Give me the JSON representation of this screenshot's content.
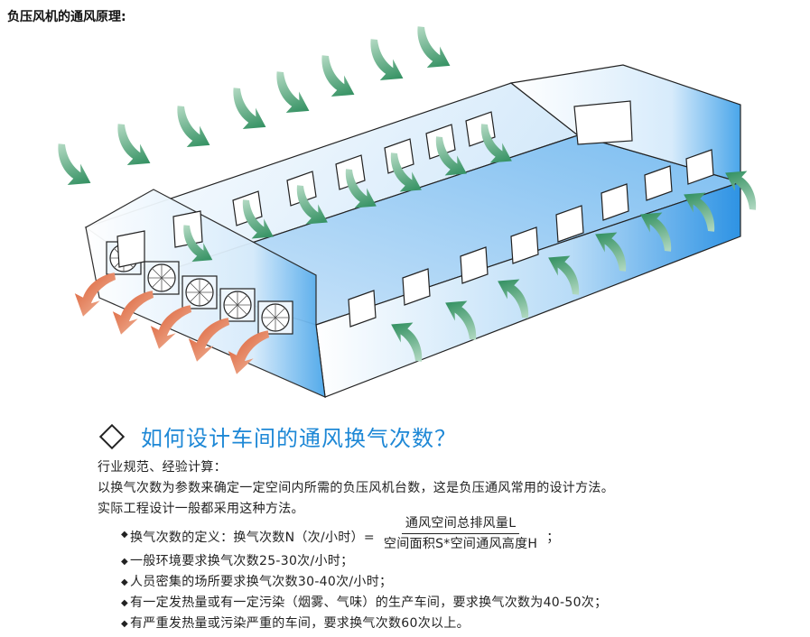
{
  "header": {
    "title": "负压风机的通风原理:"
  },
  "section": {
    "title": "如何设计车间的通风换气次数？"
  },
  "intro": {
    "line1": "行业规范、经验计算：",
    "line2": "以换气次数为参数来确定一定空间内所需的负压风机台数，这是负压通风常用的设计方法。",
    "line3": "实际工程设计一般都采用这种方法。"
  },
  "bullets": {
    "definition_prefix": "换气次数的定义：换气次数N（次/小时）=",
    "formula_numerator": "通风空间总排风量L",
    "formula_denominator": "空间面积S*空间通风高度H",
    "definition_suffix": "；",
    "item2": "一般环境要求换气次数25-30次/小时；",
    "item3": "人员密集的场所要求换气次数30-40次/小时；",
    "item4": "有一定发热量或有一定污染（烟雾、气味）的生产车间，要求换气次数为40-50次；",
    "item5": "有严重发热量或污染严重的车间，要求换气次数60次以上。"
  },
  "colors": {
    "accent": "#1e88d6",
    "intake_arrow": "#2f8f5a",
    "exhaust_arrow": "#e0673a",
    "building_blue": "#3a9ae6"
  }
}
